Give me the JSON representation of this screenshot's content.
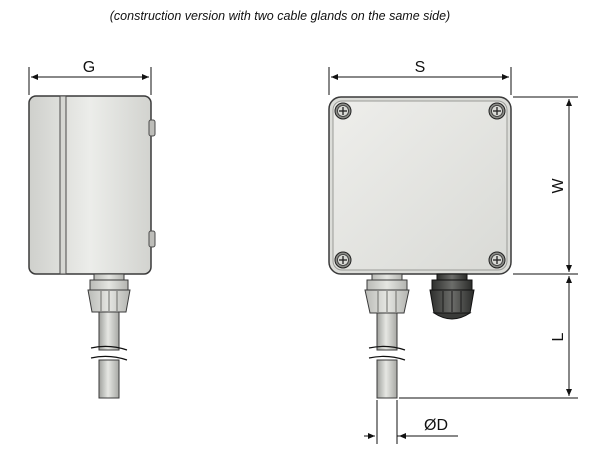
{
  "caption": "(construction version with two cable glands on the same side)",
  "dimensions": {
    "G": "G",
    "S": "S",
    "W": "W",
    "L": "L",
    "D": "ØD"
  },
  "colors": {
    "housing": "#e3e4e0",
    "housing_edge": "#3a3a3a",
    "gland": "#cfd0cc",
    "gland_dark": "#3b3c3a",
    "cable": "#c9cac6"
  }
}
